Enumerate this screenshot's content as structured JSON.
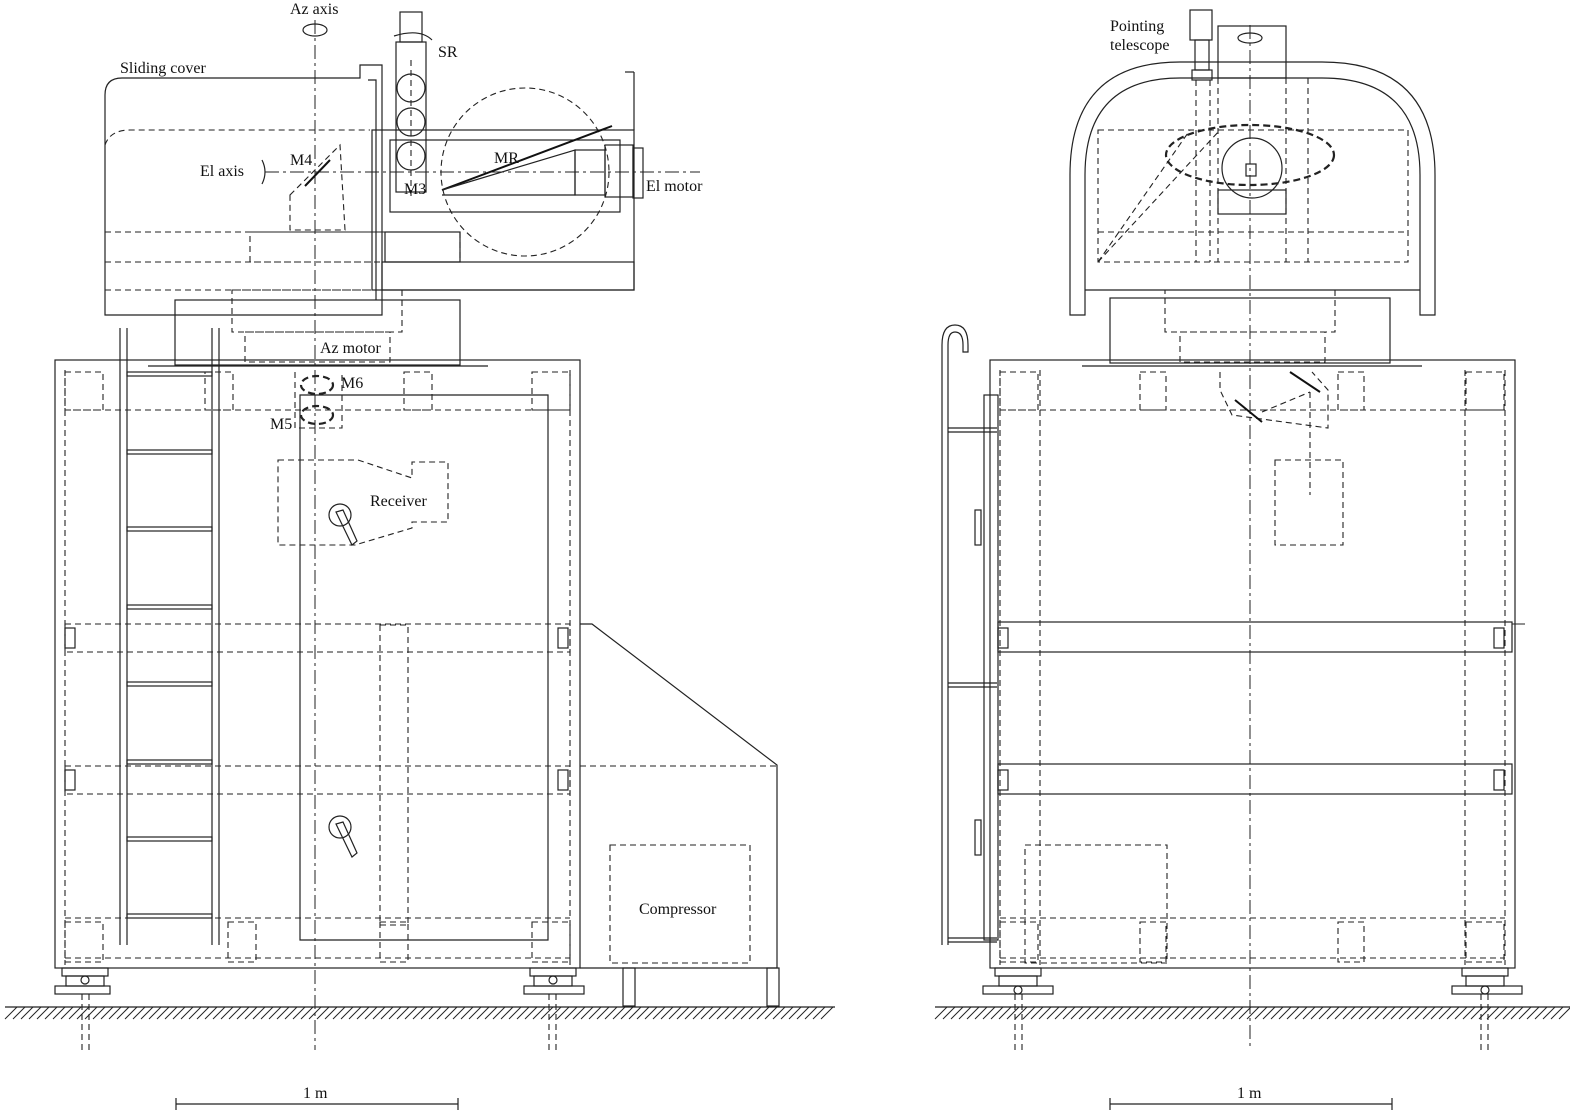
{
  "left_view": {
    "az_axis": "Az axis",
    "sr": "SR",
    "sliding_cover": "Sliding cover",
    "el_axis": "El axis",
    "m4": "M4",
    "mr": "MR",
    "m3": "M3",
    "el_motor": "El motor",
    "az_motor": "Az motor",
    "m6": "M6",
    "m5": "M5",
    "receiver": "Receiver",
    "compressor": "Compressor",
    "scale": "1 m"
  },
  "right_view": {
    "pointing_telescope_line1": "Pointing",
    "pointing_telescope_line2": "telescope",
    "scale": "1 m"
  }
}
